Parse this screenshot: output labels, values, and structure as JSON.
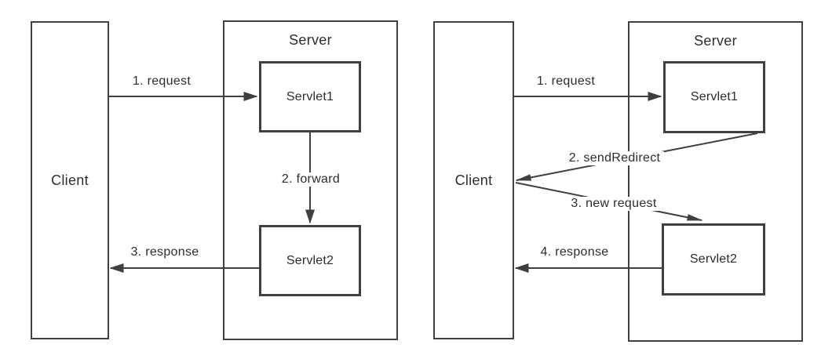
{
  "diagrams": [
    {
      "name": "forward-flow",
      "client_label": "Client",
      "server_label": "Server",
      "servlet1_label": "Servlet1",
      "servlet2_label": "Servlet2",
      "arrows": [
        {
          "label": "1. request",
          "from": "client",
          "to": "servlet1"
        },
        {
          "label": "2. forward",
          "from": "servlet1",
          "to": "servlet2"
        },
        {
          "label": "3. response",
          "from": "servlet2",
          "to": "client"
        }
      ]
    },
    {
      "name": "redirect-flow",
      "client_label": "Client",
      "server_label": "Server",
      "servlet1_label": "Servlet1",
      "servlet2_label": "Servlet2",
      "arrows": [
        {
          "label": "1. request",
          "from": "client",
          "to": "servlet1"
        },
        {
          "label": "2. sendRedirect",
          "from": "servlet1",
          "to": "client"
        },
        {
          "label": "3. new request",
          "from": "client",
          "to": "servlet2"
        },
        {
          "label": "4. response",
          "from": "servlet2",
          "to": "client"
        }
      ]
    }
  ],
  "colors": {
    "line": "#3f3f3f",
    "text": "#2d2d2d",
    "background": "#ffffff"
  }
}
